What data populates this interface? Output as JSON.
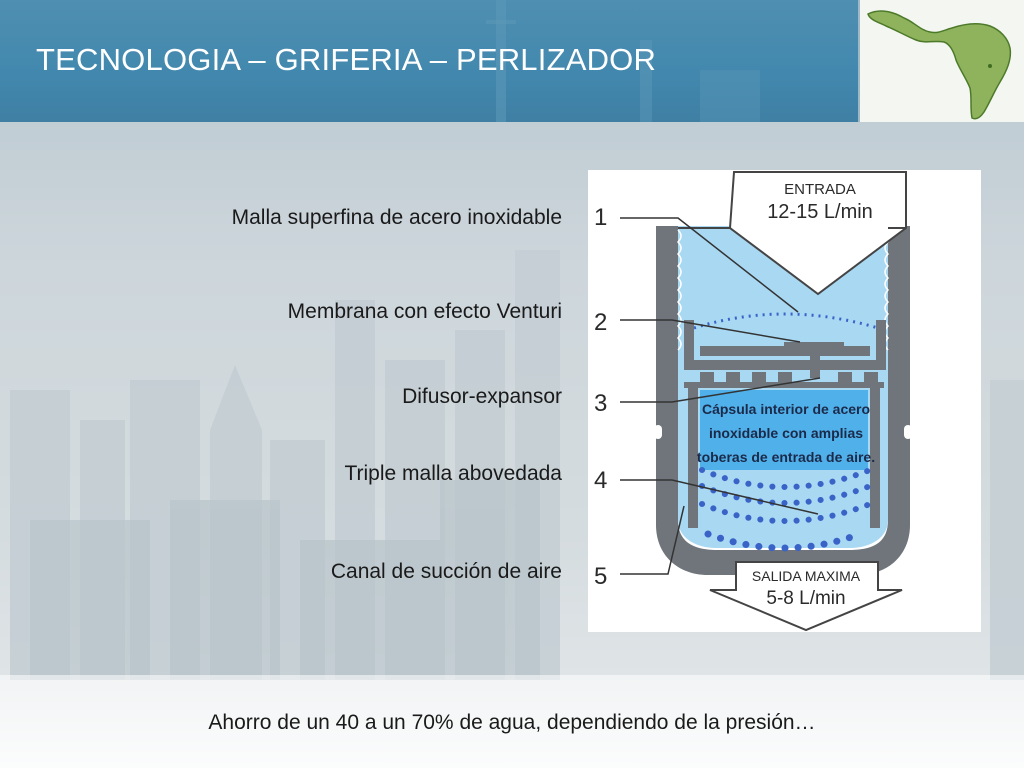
{
  "header": {
    "title": "TECNOLOGIA – GRIFERIA – PERLIZADOR"
  },
  "labels": [
    "Malla superfina de acero inoxidable",
    "Membrana con efecto Venturi",
    "Difusor-expansor",
    "Triple malla abovedada",
    "Canal de succión de aire"
  ],
  "diagram": {
    "numbers": [
      "1",
      "2",
      "3",
      "4",
      "5"
    ],
    "inlet": {
      "label": "ENTRADA",
      "flow": "12-15 L/min"
    },
    "capsule_text": [
      "Cápsula interior de acero",
      "inoxidable con amplias",
      "toberas de entrada de aire."
    ],
    "outlet": {
      "label": "SALIDA MAXIMA",
      "flow": "5-8 L/min"
    },
    "colors": {
      "water": "#a9d8f3",
      "metal": "#6f757a",
      "dots": "#3a63c8",
      "text": "#2a2a2a"
    }
  },
  "footer": {
    "text": "Ahorro de un 40 a un 70% de agua, dependiendo de la presión…"
  }
}
